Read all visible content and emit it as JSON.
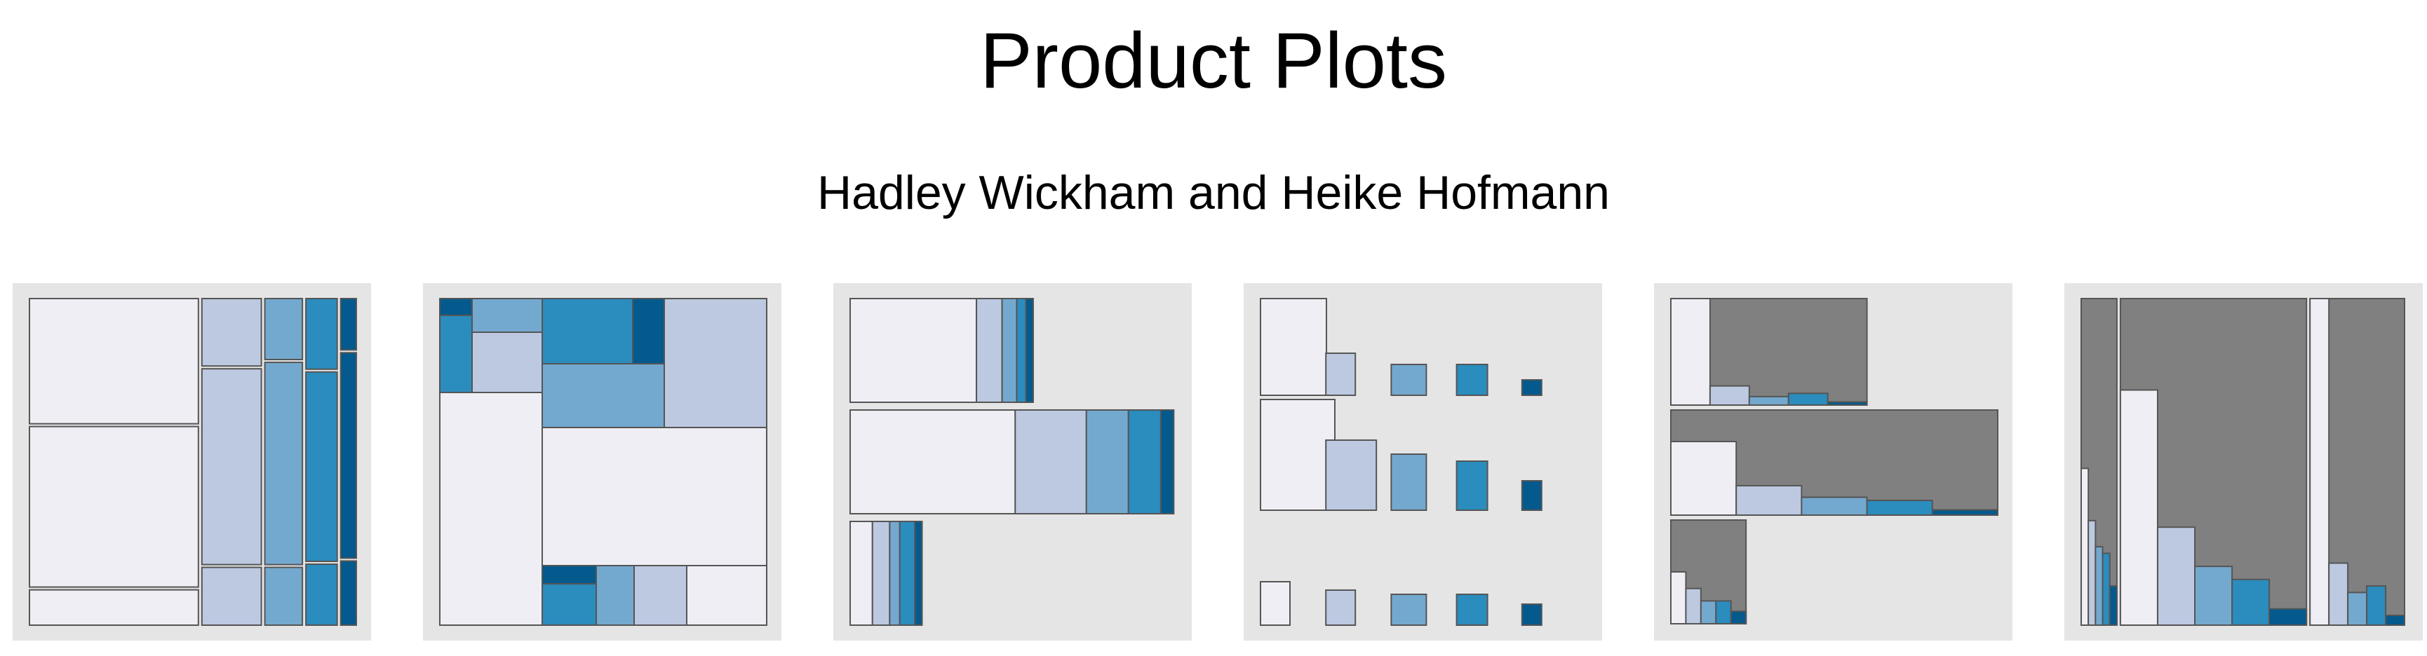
{
  "header": {
    "title": "Product Plots",
    "subtitle": "Hadley Wickham and Heike Hofmann"
  },
  "palette": {
    "panel_bg": "#e5e5e5",
    "outline": "#555555",
    "missing_fill": "#808080",
    "levels": [
      "#f0eef5",
      "#bdc9e1",
      "#74a9cf",
      "#2b8cbe",
      "#045a8d"
    ]
  },
  "chart_data": [
    {
      "type": "mosaic",
      "name": "hbar-vspine-stacked",
      "note": "columns proportional to level totals, each split vertically into 3 groups",
      "columns": [
        {
          "level": 1,
          "width": 0.54,
          "splits": [
            0.39,
            0.5,
            0.11
          ]
        },
        {
          "level": 2,
          "width": 0.19,
          "splits": [
            0.21,
            0.61,
            0.18
          ]
        },
        {
          "level": 3,
          "width": 0.12,
          "splits": [
            0.19,
            0.63,
            0.18
          ]
        },
        {
          "level": 4,
          "width": 0.1,
          "splits": [
            0.22,
            0.59,
            0.19
          ]
        },
        {
          "level": 5,
          "width": 0.05,
          "splits": [
            0.16,
            0.64,
            0.2
          ]
        }
      ]
    },
    {
      "type": "mosaic",
      "name": "nested-mosaic",
      "columns": [
        {
          "width": 0.32,
          "rects": [
            {
              "level": 5,
              "y": 0.0,
              "h": 0.06,
              "w": 0.32
            },
            {
              "level": 4,
              "y": 0.06,
              "h": 0.24,
              "w": 0.32
            },
            {
              "level": 2,
              "y": 0.06,
              "h": 0.24,
              "w": 0.68,
              "x": 0.32
            },
            {
              "level": 1,
              "y": 0.3,
              "h": 0.7,
              "w": 1.0
            }
          ]
        }
      ]
    },
    {
      "type": "mosaic",
      "name": "hspine-rows",
      "rows": [
        {
          "width": 0.56,
          "segments": [
            0.69,
            0.14,
            0.08,
            0.05,
            0.04
          ]
        },
        {
          "width": 0.99,
          "segments": [
            0.51,
            0.22,
            0.13,
            0.1,
            0.04
          ]
        },
        {
          "width": 0.22,
          "segments": [
            0.31,
            0.24,
            0.14,
            0.21,
            0.1
          ]
        }
      ]
    },
    {
      "type": "fluctuation",
      "name": "fluctuation-grid",
      "rows": [
        [
          0.34,
          0.19,
          0.13,
          0.14,
          0.09
        ],
        [
          0.41,
          0.34,
          0.24,
          0.22,
          0.14
        ],
        [
          0.2,
          0.13,
          0.13,
          0.13,
          0.09
        ]
      ]
    },
    {
      "type": "bar",
      "name": "bars-in-gray-spines",
      "groups": [
        {
          "width": 0.6,
          "values": [
            1.0,
            0.18,
            0.08,
            0.11,
            0.03
          ]
        },
        {
          "width": 1.0,
          "values": [
            0.7,
            0.28,
            0.17,
            0.14,
            0.05
          ]
        },
        {
          "width": 0.23,
          "values": [
            0.5,
            0.34,
            0.22,
            0.22,
            0.12
          ]
        }
      ]
    },
    {
      "type": "bar",
      "name": "vertical-spine-bars",
      "groups": [
        {
          "width": 0.12,
          "values": [
            0.48,
            0.32,
            0.24,
            0.22,
            0.12
          ]
        },
        {
          "width": 0.58,
          "values": [
            0.72,
            0.3,
            0.18,
            0.14,
            0.05
          ]
        },
        {
          "width": 0.3,
          "values": [
            1.0,
            0.19,
            0.1,
            0.12,
            0.03
          ]
        }
      ]
    }
  ]
}
